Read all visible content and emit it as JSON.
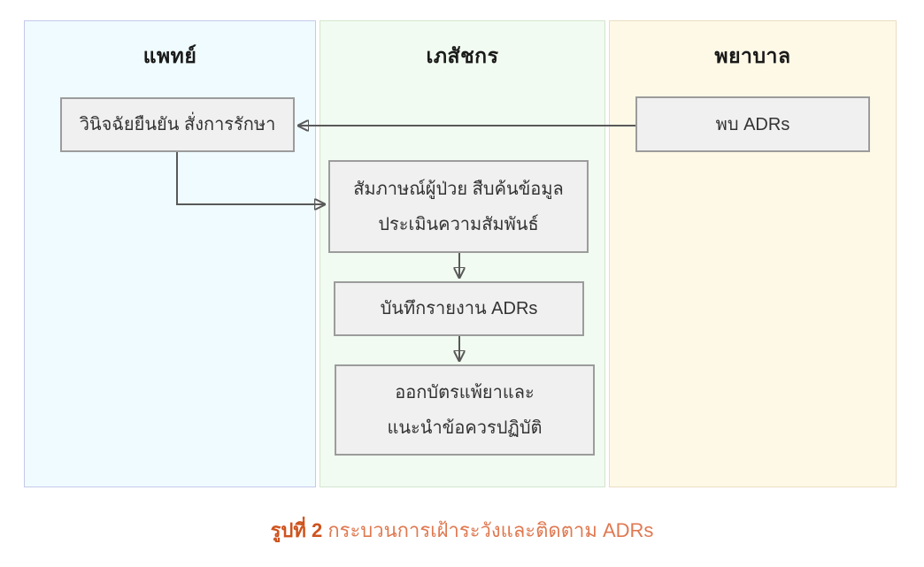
{
  "lanes": [
    {
      "id": "doctor",
      "title": "แพทย์"
    },
    {
      "id": "pharmacist",
      "title": "เภสัชกร"
    },
    {
      "id": "nurse",
      "title": "พยาบาล"
    }
  ],
  "nodes": {
    "doctor_diagnose": "วินิจฉัยยืนยัน สั่งการรักษา",
    "nurse_found": "พบ ADRs",
    "pharm_interview": "สัมภาษณ์ผู้ป่วย สืบค้นข้อมูล\nประเมินความสัมพันธ์",
    "pharm_record": "บันทึกรายงาน ADRs",
    "pharm_card": "ออกบัตรแพ้ยาและ\nแนะนำข้อควรปฏิบัติ"
  },
  "caption": {
    "label": "รูปที่ 2",
    "text": " กระบวนการเฝ้าระวังและติดตาม ADRs"
  },
  "colors": {
    "page-bg": "#ffffff",
    "lane-doctor-fill": "#EFFBFE",
    "lane-doctor-border": "#C4C9EA",
    "lane-pharmacist-fill": "#F1FBF1",
    "lane-pharmacist-border": "#D4E5CE",
    "lane-nurse-fill": "#FEF9E7",
    "lane-nurse-border": "#EBDCC3",
    "node-fill": "#F0F0F0",
    "node-border": "#9C9C9C",
    "node-text": "#333333",
    "arrow-color": "#595959",
    "caption-label-color": "#CE531D",
    "caption-text-color": "#DF7951"
  }
}
